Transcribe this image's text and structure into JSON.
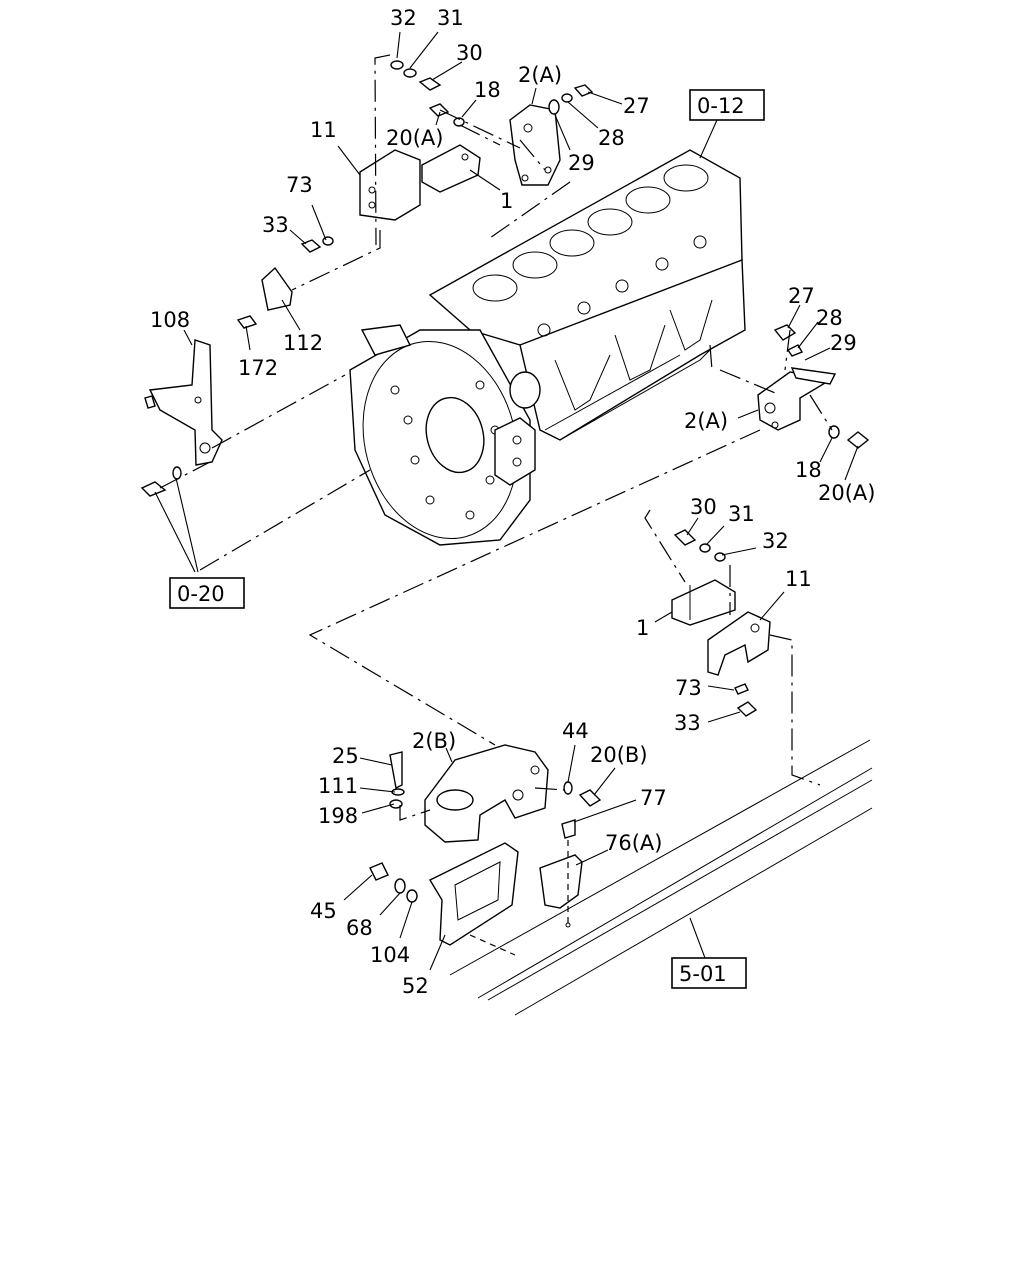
{
  "references": [
    {
      "id": "ref-0-12",
      "label": "0-12"
    },
    {
      "id": "ref-0-20",
      "label": "0-20"
    },
    {
      "id": "ref-5-01",
      "label": "5-01"
    }
  ],
  "callouts": [
    {
      "id": "c32a",
      "label": "32"
    },
    {
      "id": "c31a",
      "label": "31"
    },
    {
      "id": "c30a",
      "label": "30"
    },
    {
      "id": "c18a",
      "label": "18"
    },
    {
      "id": "c20Aa",
      "label": "20(A)"
    },
    {
      "id": "c2Aa",
      "label": "2(A)"
    },
    {
      "id": "c27a",
      "label": "27"
    },
    {
      "id": "c28a",
      "label": "28"
    },
    {
      "id": "c29a",
      "label": "29"
    },
    {
      "id": "c11a",
      "label": "11"
    },
    {
      "id": "c1a",
      "label": "1"
    },
    {
      "id": "c73a",
      "label": "73"
    },
    {
      "id": "c33a",
      "label": "33"
    },
    {
      "id": "c108",
      "label": "108"
    },
    {
      "id": "c112",
      "label": "112"
    },
    {
      "id": "c172",
      "label": "172"
    },
    {
      "id": "c27b",
      "label": "27"
    },
    {
      "id": "c28b",
      "label": "28"
    },
    {
      "id": "c29b",
      "label": "29"
    },
    {
      "id": "c2Ab",
      "label": "2(A)"
    },
    {
      "id": "c18b",
      "label": "18"
    },
    {
      "id": "c20Ab",
      "label": "20(A)"
    },
    {
      "id": "c30b",
      "label": "30"
    },
    {
      "id": "c31b",
      "label": "31"
    },
    {
      "id": "c32b",
      "label": "32"
    },
    {
      "id": "c11b",
      "label": "11"
    },
    {
      "id": "c1b",
      "label": "1"
    },
    {
      "id": "c73b",
      "label": "73"
    },
    {
      "id": "c33b",
      "label": "33"
    },
    {
      "id": "c44",
      "label": "44"
    },
    {
      "id": "c2B",
      "label": "2(B)"
    },
    {
      "id": "c20B",
      "label": "20(B)"
    },
    {
      "id": "c25",
      "label": "25"
    },
    {
      "id": "c111",
      "label": "111"
    },
    {
      "id": "c198",
      "label": "198"
    },
    {
      "id": "c77",
      "label": "77"
    },
    {
      "id": "c76A",
      "label": "76(A)"
    },
    {
      "id": "c45",
      "label": "45"
    },
    {
      "id": "c68",
      "label": "68"
    },
    {
      "id": "c104",
      "label": "104"
    },
    {
      "id": "c52",
      "label": "52"
    }
  ]
}
